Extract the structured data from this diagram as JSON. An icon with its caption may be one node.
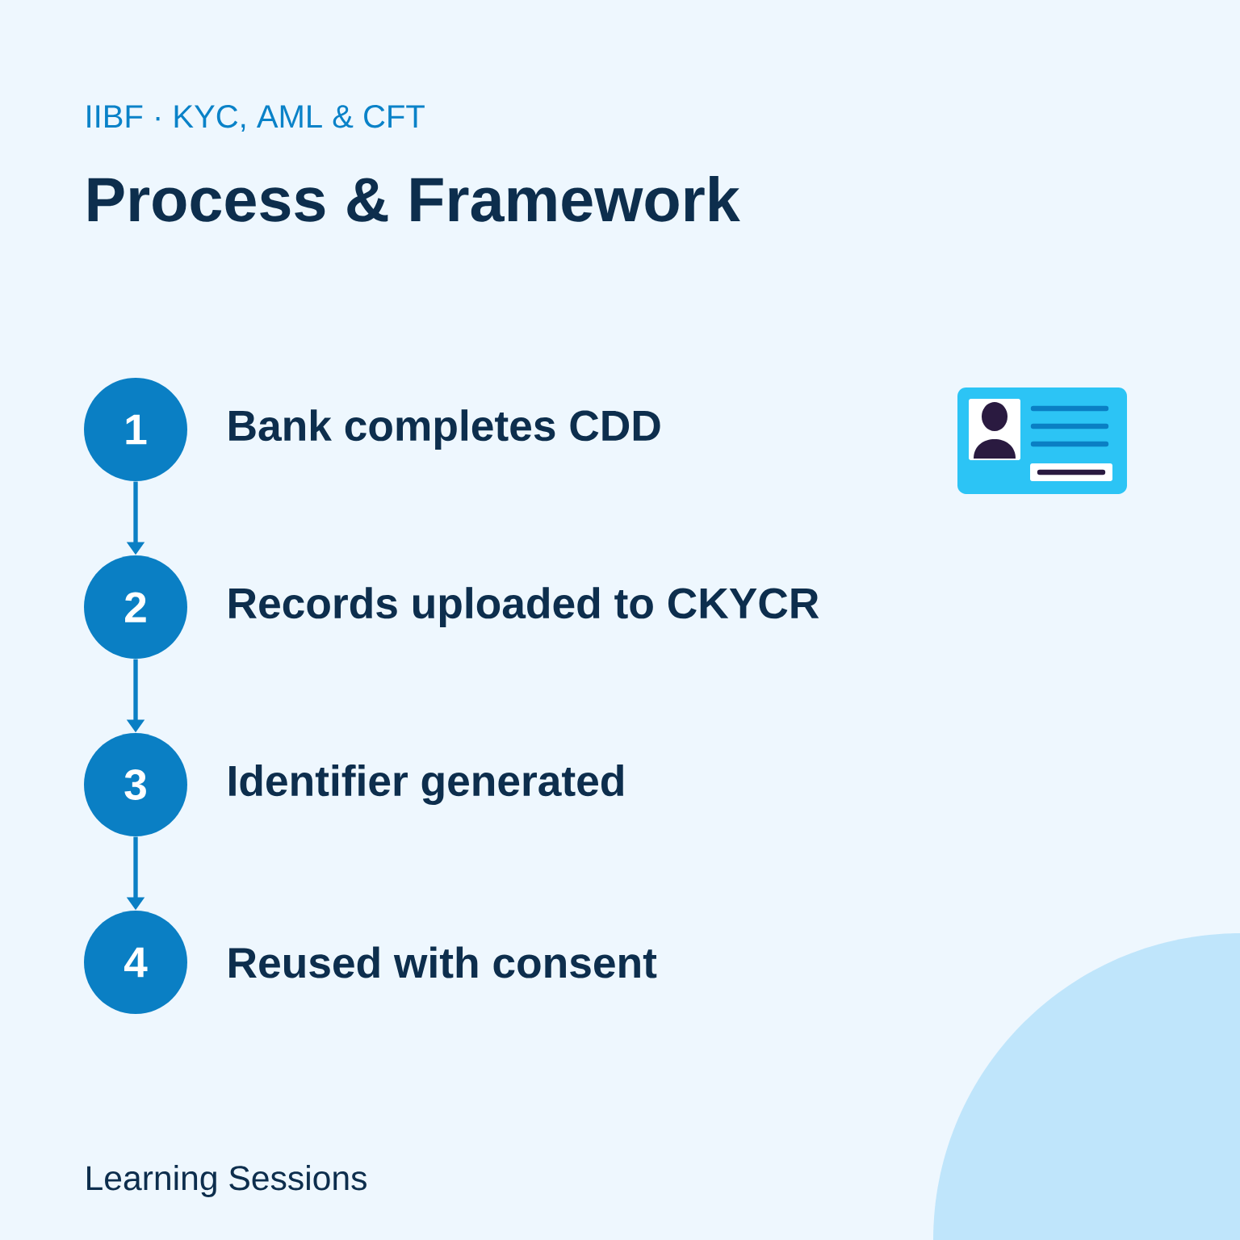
{
  "diagram": {
    "title": "Process & Framework",
    "nodes": [
      {
        "text": [
          "1"
        ],
        "beside": [
          "Bank completes CDD"
        ]
      },
      {
        "text": [
          "2"
        ],
        "beside": [
          "Records uploaded to CKYCR"
        ]
      },
      {
        "text": [
          "3"
        ],
        "beside": [
          "Identifier generated"
        ]
      },
      {
        "text": [
          "4"
        ],
        "beside": [
          "Reused with consent"
        ]
      }
    ],
    "edges": [
      {
        "from": 0,
        "to": 1,
        "arrow": "to"
      },
      {
        "from": 1,
        "to": 2,
        "arrow": "to"
      },
      {
        "from": 2,
        "to": 3,
        "arrow": "to"
      }
    ],
    "labels": [
      "IIBF · KYC, AML & CFT",
      "Learning Sessions"
    ]
  }
}
